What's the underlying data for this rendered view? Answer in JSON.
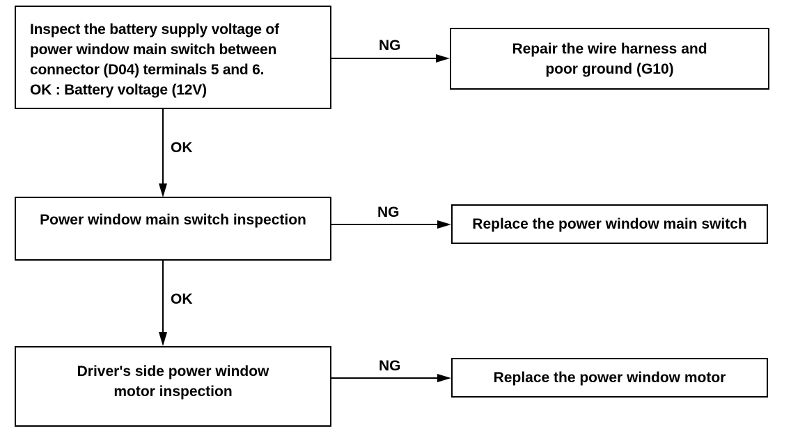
{
  "steps": [
    {
      "id": "step1",
      "lines": [
        "Inspect the battery supply voltage of",
        "power window main switch between",
        "connector (D04) terminals 5 and 6.",
        "OK : Battery voltage (12V)"
      ]
    },
    {
      "id": "step2",
      "lines": [
        "Power window main switch inspection"
      ]
    },
    {
      "id": "step3",
      "lines": [
        "Driver's side power window",
        "motor  inspection"
      ]
    }
  ],
  "outcomes": [
    {
      "id": "outcome1",
      "lines": [
        "Repair the wire harness and",
        "poor ground (G10)"
      ]
    },
    {
      "id": "outcome2",
      "lines": [
        "Replace the power window main switch"
      ]
    },
    {
      "id": "outcome3",
      "lines": [
        "Replace the power window motor"
      ]
    }
  ],
  "edges": {
    "ng1": "NG",
    "ng2": "NG",
    "ng3": "NG",
    "ok1": "OK",
    "ok2": "OK"
  }
}
